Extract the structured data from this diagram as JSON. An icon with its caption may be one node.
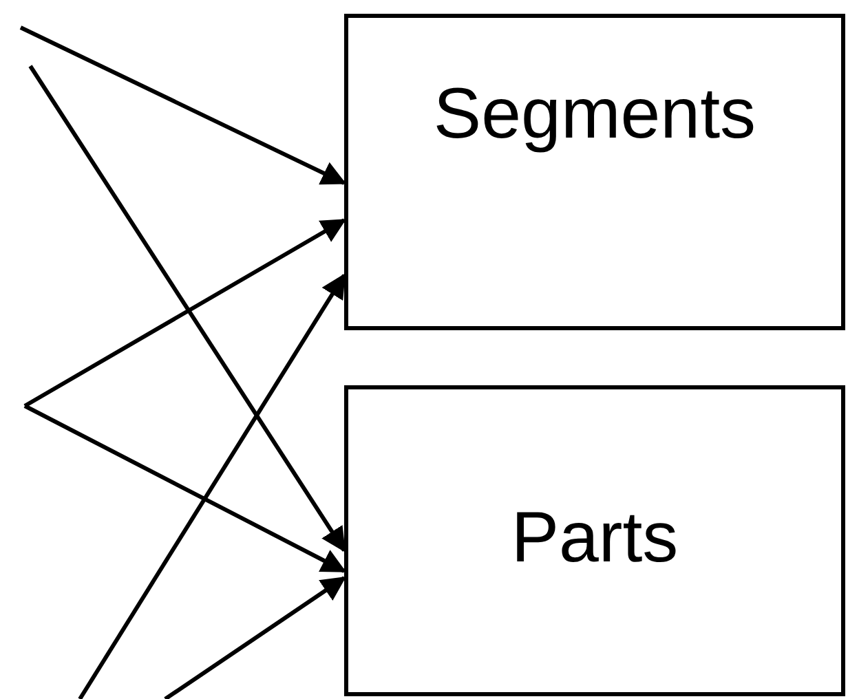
{
  "diagram": {
    "nodes": [
      {
        "text": [
          "Segments"
        ]
      },
      {
        "text": [
          "Parts"
        ]
      }
    ],
    "edges": [
      {
        "from": null,
        "to": 0,
        "arrow": "to"
      },
      {
        "from": null,
        "to": 1,
        "arrow": "to"
      },
      {
        "from": null,
        "to": 0,
        "arrow": "to"
      },
      {
        "from": null,
        "to": 1,
        "arrow": "to"
      },
      {
        "from": null,
        "to": 0,
        "arrow": "to"
      },
      {
        "from": null,
        "to": 1,
        "arrow": "to"
      }
    ]
  }
}
